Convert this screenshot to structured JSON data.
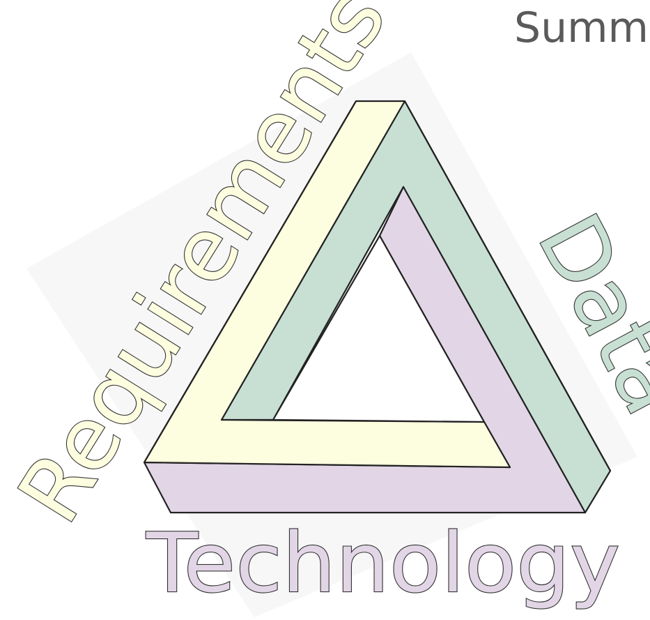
{
  "heading": "Summ",
  "labels": {
    "requirements": "Requirements",
    "data": "Data",
    "technology": "Technology"
  },
  "colors": {
    "requirements": "#fdfde0",
    "data": "#c8e0d4",
    "technology": "#e2d6e6",
    "outline": "#333333",
    "heading": "#5a5a5a"
  }
}
